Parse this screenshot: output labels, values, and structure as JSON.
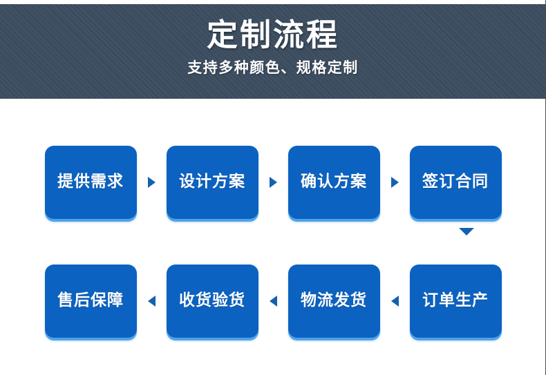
{
  "banner": {
    "title": "定制流程",
    "subtitle": "支持多种颜色、规格定制",
    "background_color": "#3c4d60",
    "text_color": "#ffffff"
  },
  "theme": {
    "node_color": "#0c62c0",
    "node_shadow_color": "#4ea3ea",
    "arrow_color": "#1461b0",
    "page_background": "#ffffff"
  },
  "flow": {
    "row_one": {
      "connector": "arrow-right-icon",
      "steps": [
        {
          "label": "提供需求"
        },
        {
          "label": "设计方案"
        },
        {
          "label": "确认方案"
        },
        {
          "label": "签订合同"
        }
      ]
    },
    "row_connector": "arrow-down-icon",
    "row_two": {
      "connector": "arrow-left-icon",
      "steps": [
        {
          "label": "售后保障"
        },
        {
          "label": "收货验货"
        },
        {
          "label": "物流发货"
        },
        {
          "label": "订单生产"
        }
      ]
    }
  }
}
